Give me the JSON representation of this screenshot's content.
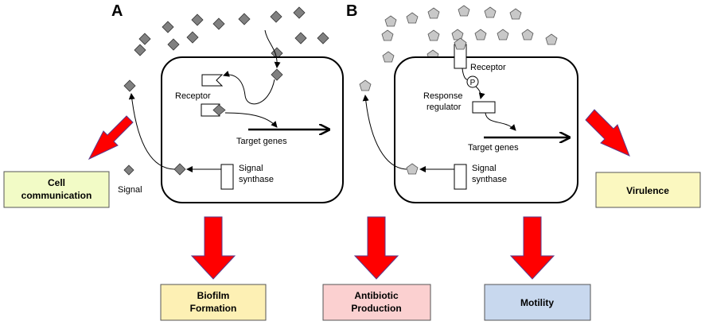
{
  "panel_a": {
    "letter": "A",
    "receptor": "Receptor",
    "target_genes": "Target genes",
    "signal_synthase": [
      "Signal",
      "synthase"
    ],
    "signal": "Signal"
  },
  "panel_b": {
    "letter": "B",
    "receptor": "Receptor",
    "phospho": "P",
    "response_regulator": [
      "Response",
      "regulator"
    ],
    "target_genes": "Target genes",
    "signal_synthase": [
      "Signal",
      "synthase"
    ]
  },
  "outcomes": {
    "cell_communication": {
      "lines": [
        "Cell",
        "communication"
      ],
      "fill": "#f2fbc6"
    },
    "biofilm_formation": {
      "lines": [
        "Biofilm",
        "Formation"
      ],
      "fill": "#fdf0b4"
    },
    "antibiotic_production": {
      "lines": [
        "Antibiotic",
        "Production"
      ],
      "fill": "#fbd0d0"
    },
    "motility": {
      "lines": [
        "Motility"
      ],
      "fill": "#c8d8ee"
    },
    "virulence": {
      "lines": [
        "Virulence"
      ],
      "fill": "#fbf8c0"
    }
  },
  "colors": {
    "arrow_fill": "#ff0000",
    "arrow_outline": "#5a3a8a",
    "diamond_fill": "#808080",
    "pentagon_fill": "#c8c8c8"
  }
}
